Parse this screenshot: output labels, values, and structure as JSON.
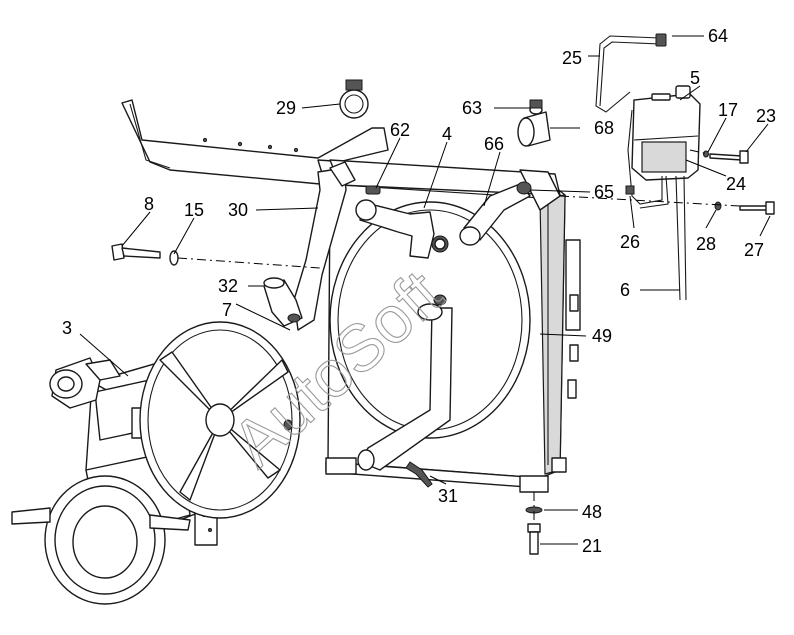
{
  "figure": {
    "type": "exploded-parts-diagram",
    "watermark": "AutoSoft",
    "callouts": [
      "3",
      "4",
      "5",
      "6",
      "7",
      "8",
      "15",
      "17",
      "21",
      "23",
      "24",
      "25",
      "26",
      "27",
      "28",
      "29",
      "30",
      "31",
      "32",
      "48",
      "49",
      "62",
      "63",
      "64",
      "65",
      "66",
      "68"
    ],
    "colors": {
      "line": "#1a1a1a",
      "fill": "#ffffff",
      "shade": "#d9d9d9",
      "watermark": "#9a9a9a"
    }
  }
}
